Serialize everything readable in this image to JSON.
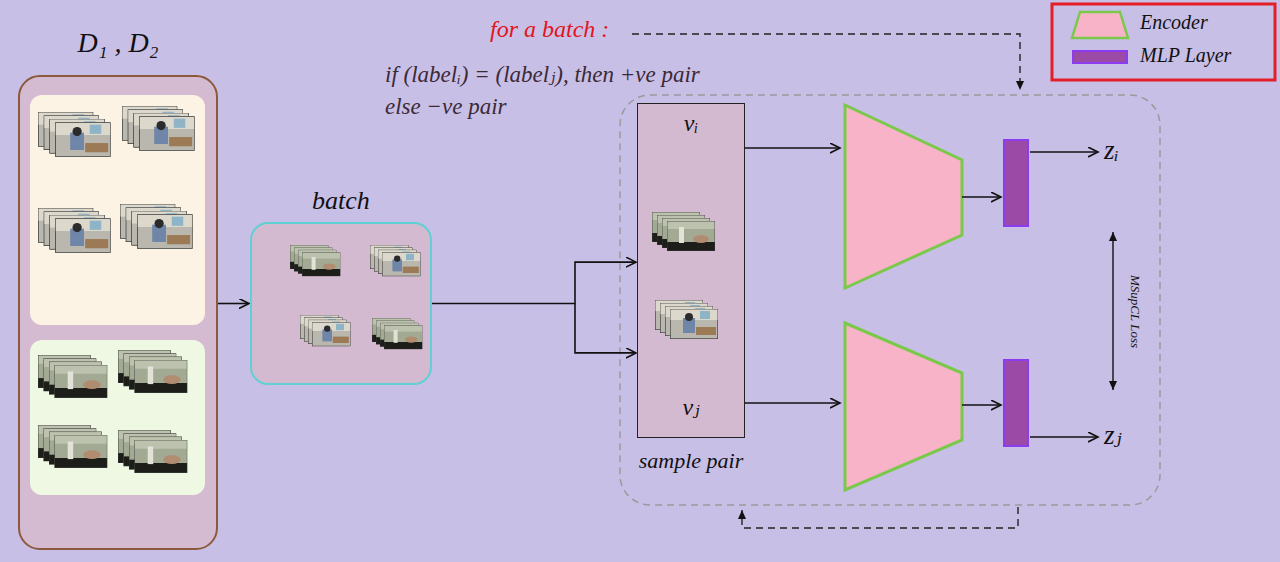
{
  "diagram": {
    "nodes": [
      {
        "text": [
          "D₁ , D₂"
        ]
      },
      {
        "text": [
          "batch"
        ]
      },
      {
        "text": [
          "vᵢ",
          "vⱼ",
          "sample pair"
        ]
      }
    ],
    "edges": [
      {
        "from": 0,
        "to": 1,
        "arrow": "to"
      },
      {
        "from": 1,
        "to": 2,
        "arrow": "to"
      }
    ],
    "labels": [
      "for a batch :",
      "if (labelᵢ) = (labelⱼ), then +ve pair",
      "else −ve pair",
      "zᵢ",
      "zⱼ",
      "MSupCL Loss"
    ],
    "legend": [
      {
        "text": "Encoder"
      },
      {
        "text": "MLP Layer",
        "color": "#9b4ba6"
      }
    ]
  }
}
